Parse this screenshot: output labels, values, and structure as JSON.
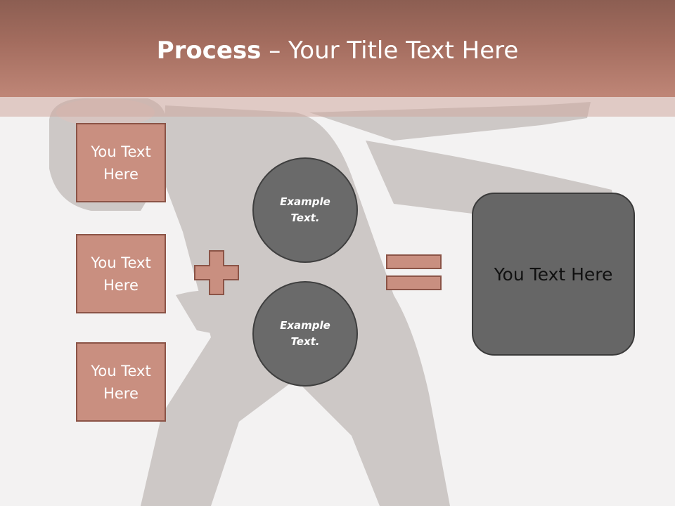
{
  "title": {
    "bold": "Process",
    "rest": " – Your Title Text Here"
  },
  "boxes": [
    {
      "label": "You Text Here"
    },
    {
      "label": "You Text Here"
    },
    {
      "label": "You Text Here"
    }
  ],
  "circles": [
    {
      "label": "Example Text."
    },
    {
      "label": "Example Text."
    }
  ],
  "result": {
    "label": "You Text Here"
  },
  "colors": {
    "title_band": "#a46d5f",
    "box_fill": "#c98f80",
    "box_border": "#8b5447",
    "circle_fill": "#6a6a6a",
    "result_fill": "#666666"
  }
}
